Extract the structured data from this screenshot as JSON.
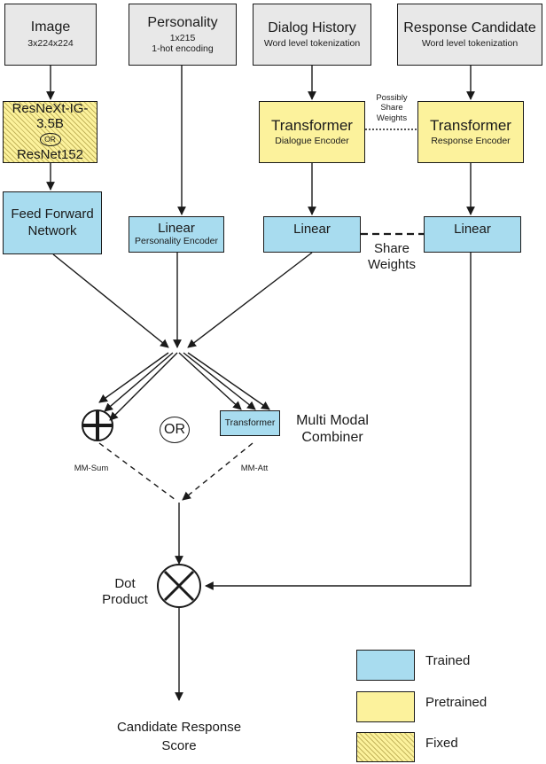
{
  "inputs": {
    "image": {
      "title": "Image",
      "sub": "3x224x224"
    },
    "personality": {
      "title": "Personality",
      "sub1": "1x215",
      "sub2": "1-hot encoding"
    },
    "dialog": {
      "title": "Dialog History",
      "sub": "Word level tokenization"
    },
    "response": {
      "title": "Response Candidate",
      "sub": "Word level tokenization"
    }
  },
  "image_encoder": {
    "line1": "ResNeXt-IG-3.5B",
    "or": "OR",
    "line2": "ResNet152"
  },
  "dialogue_encoder": {
    "title": "Transformer",
    "sub": "Dialogue Encoder"
  },
  "response_encoder": {
    "title": "Transformer",
    "sub": "Response Encoder"
  },
  "possibly_share_weights": [
    "Possibly",
    "Share",
    "Weights"
  ],
  "feed_forward": {
    "line1": "Feed Forward",
    "line2": "Network"
  },
  "linear_personality": {
    "title": "Linear",
    "sub": "Personality Encoder"
  },
  "linear_dialog": {
    "title": "Linear"
  },
  "linear_response": {
    "title": "Linear"
  },
  "share_weights": [
    "Share",
    "Weights"
  ],
  "combiner": {
    "transformer_label": "Transformer",
    "or": "OR",
    "mm_sum": "MM-Sum",
    "mm_att": "MM-Att",
    "label": [
      "Multi Modal",
      "Combiner"
    ]
  },
  "dot_product": [
    "Dot",
    "Product"
  ],
  "score": [
    "Candidate Response",
    "Score"
  ],
  "legend": [
    {
      "label": "Trained",
      "color": "#a8dcef",
      "style": "solid"
    },
    {
      "label": "Pretrained",
      "color": "#fcf29c",
      "style": "solid"
    },
    {
      "label": "Fixed",
      "color": "#fcf29c",
      "style": "hatched"
    }
  ]
}
